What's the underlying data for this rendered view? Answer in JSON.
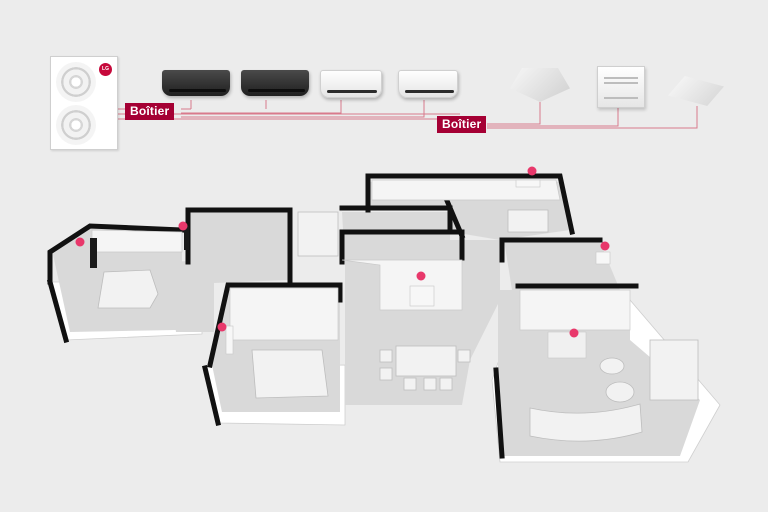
{
  "boitier_labels": [
    "Boîtier",
    "Boîtier"
  ],
  "outdoor_unit": {
    "logo": "LG",
    "icon": "fan-icon"
  },
  "indoor_units": [
    {
      "type": "wall-mounted",
      "finish": "dark"
    },
    {
      "type": "wall-mounted",
      "finish": "dark"
    },
    {
      "type": "wall-mounted",
      "finish": "light"
    },
    {
      "type": "wall-mounted",
      "finish": "light"
    },
    {
      "type": "4-way-cassette",
      "finish": "light"
    },
    {
      "type": "console",
      "finish": "light"
    },
    {
      "type": "1-way-cassette",
      "finish": "light"
    }
  ],
  "colors": {
    "pipe_line": "#d97a8c",
    "boitier_bg": "#a50034",
    "room_marker": "#e8386b",
    "wall": "#111111",
    "floor": "#d9d9d9"
  }
}
